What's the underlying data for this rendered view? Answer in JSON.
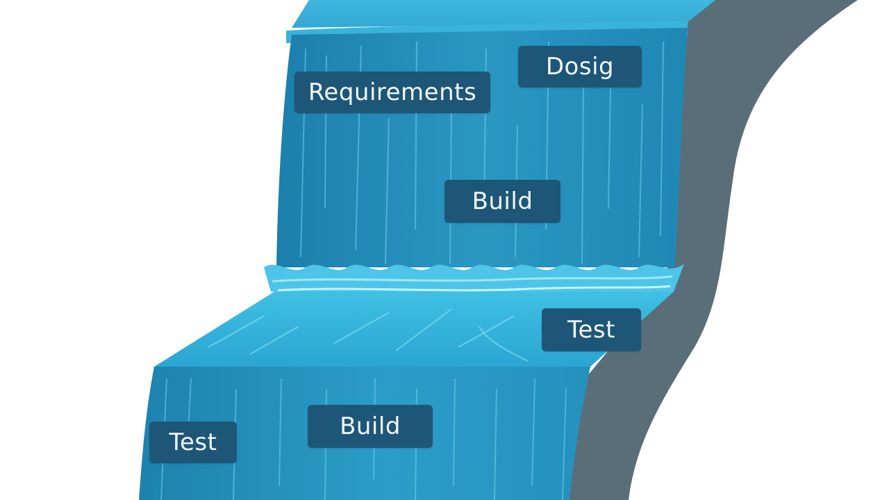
{
  "colors": {
    "background": "#ffffff",
    "cliff": "#5a6e7a",
    "water_dark": "#1d86b2",
    "water_mid": "#2aa1cb",
    "water_light": "#4fc6e8",
    "foam": "#8fe2f6",
    "label_bg": "#1e5677",
    "label_text": "#f2f7fa"
  },
  "labels": {
    "requirements": "Requirements",
    "design": "Dosig",
    "build_upper": "Build",
    "test_upper": "Test",
    "build_lower": "Build",
    "test_lower": "Test"
  }
}
